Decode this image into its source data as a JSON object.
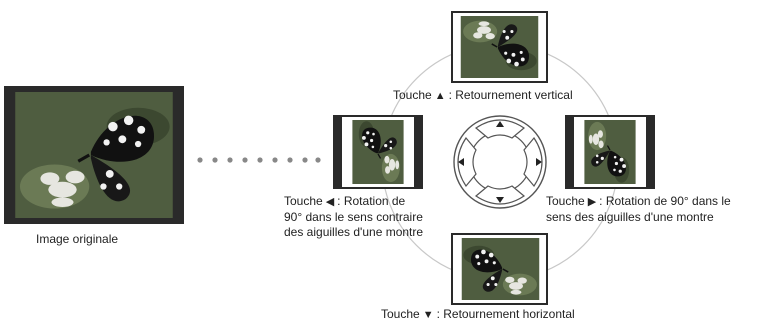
{
  "original": {
    "caption": "Image originale"
  },
  "up": {
    "prefix": "Touche",
    "arrow": "▲",
    "text": ": Retournement vertical"
  },
  "down": {
    "prefix": "Touche",
    "arrow": "▼",
    "text": ": Retournement horizontal"
  },
  "left": {
    "prefix": "Touche",
    "arrow": "◀",
    "text_line1": ": Rotation de",
    "text_line2": "90° dans le sens contraire",
    "text_line3": "des aiguilles d'une montre"
  },
  "right": {
    "prefix": "Touche",
    "arrow": "▶",
    "text_line1": ": Rotation de 90° dans le",
    "text_line2": "sens des aiguilles d'une montre"
  },
  "colors": {
    "frame": "#2a2a2a",
    "photo_bg": "#4a5a3a",
    "ring": "#c8c8c8",
    "dots": "#888888"
  }
}
